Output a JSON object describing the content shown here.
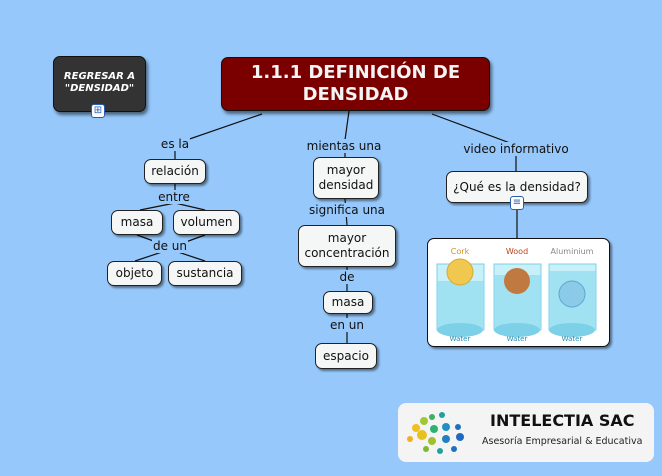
{
  "title": "1.1.1 DEFINICIÓN DE DENSIDAD",
  "back_button": {
    "line1": "REGRESAR A",
    "line2": "\"DENSIDAD\""
  },
  "links": {
    "es_la": "es la",
    "entre": "entre",
    "de_un": "de un",
    "mientras_una": "mientas una",
    "significa_una": "significa una",
    "de": "de",
    "en_un": "en un",
    "video": "video informativo"
  },
  "nodes": {
    "relacion": "relación",
    "masa1": "masa",
    "volumen": "volumen",
    "objeto": "objeto",
    "sustancia": "sustancia",
    "mayor_densidad_1": "mayor",
    "mayor_densidad_2": "densidad",
    "mayor_conc_1": "mayor",
    "mayor_conc_2": "concentración",
    "masa2": "masa",
    "espacio": "espacio",
    "que_es": "¿Qué es la densidad?"
  },
  "image": {
    "labels": [
      "Cork",
      "Wood",
      "Aluminium"
    ],
    "water": "Water"
  },
  "logo": {
    "name": "INTELECTIA SAC",
    "tagline": "Asesoría Empresarial & Educativa"
  }
}
